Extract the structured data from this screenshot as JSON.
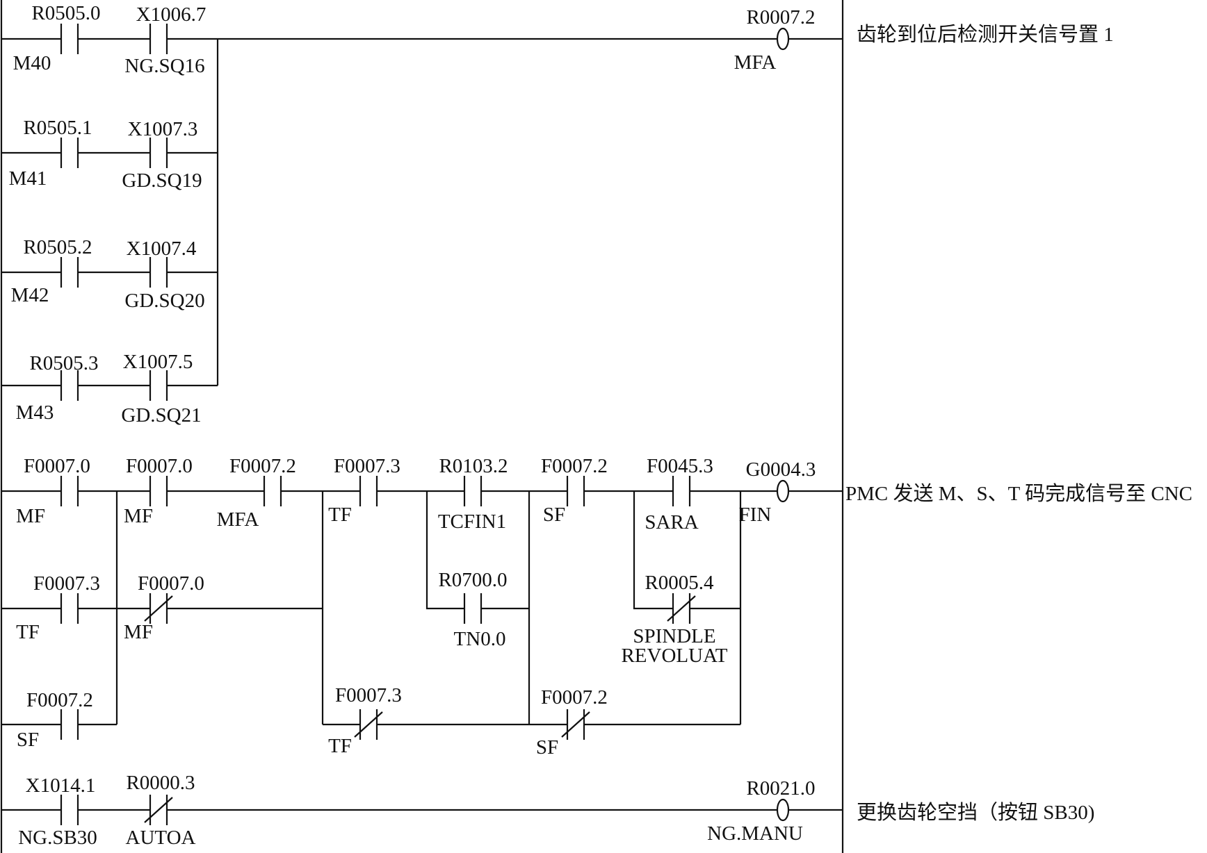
{
  "rungs": [
    {
      "comment": "齿轮到位后检测开关信号置 1",
      "coil": {
        "addr": "R0007.2",
        "sym": "MFA"
      },
      "contacts": [
        {
          "addr": "R0505.0",
          "sym": "M40"
        },
        {
          "addr": "X1006.7",
          "sym": "NG.SQ16"
        },
        {
          "addr": "R0505.1",
          "sym": "M41"
        },
        {
          "addr": "X1007.3",
          "sym": "GD.SQ19"
        },
        {
          "addr": "R0505.2",
          "sym": "M42"
        },
        {
          "addr": "X1007.4",
          "sym": "GD.SQ20"
        },
        {
          "addr": "R0505.3",
          "sym": "M43"
        },
        {
          "addr": "X1007.5",
          "sym": "GD.SQ21"
        }
      ]
    },
    {
      "comment": "PMC 发送 M、S、T 码完成信号至 CNC",
      "coil": {
        "addr": "G0004.3",
        "sym": "FIN"
      },
      "contacts": [
        {
          "addr": "F0007.0",
          "sym": "MF"
        },
        {
          "addr": "F0007.0",
          "sym": "MF"
        },
        {
          "addr": "F0007.2",
          "sym": "MFA"
        },
        {
          "addr": "F0007.3",
          "sym": "TF"
        },
        {
          "addr": "R0103.2",
          "sym": "TCFIN1"
        },
        {
          "addr": "F0007.2",
          "sym": "SF"
        },
        {
          "addr": "F0045.3",
          "sym": "SARA"
        },
        {
          "addr": "F0007.3",
          "sym": "TF"
        },
        {
          "addr": "F0007.0",
          "sym": "MF"
        },
        {
          "addr": "R0700.0",
          "sym": "TN0.0"
        },
        {
          "addr": "R0005.4",
          "sym": "SPINDLE",
          "sym2": "REVOLUAT"
        },
        {
          "addr": "F0007.2",
          "sym": "SF"
        },
        {
          "addr": "F0007.3",
          "sym": "TF"
        },
        {
          "addr": "F0007.2",
          "sym": "SF"
        }
      ]
    },
    {
      "comment": "更换齿轮空挡（按钮 SB30)",
      "coil": {
        "addr": "R0021.0",
        "sym": "NG.MANU"
      },
      "contacts": [
        {
          "addr": "X1014.1",
          "sym": "NG.SB30"
        },
        {
          "addr": "R0000.3",
          "sym": "AUTOA"
        }
      ]
    }
  ]
}
